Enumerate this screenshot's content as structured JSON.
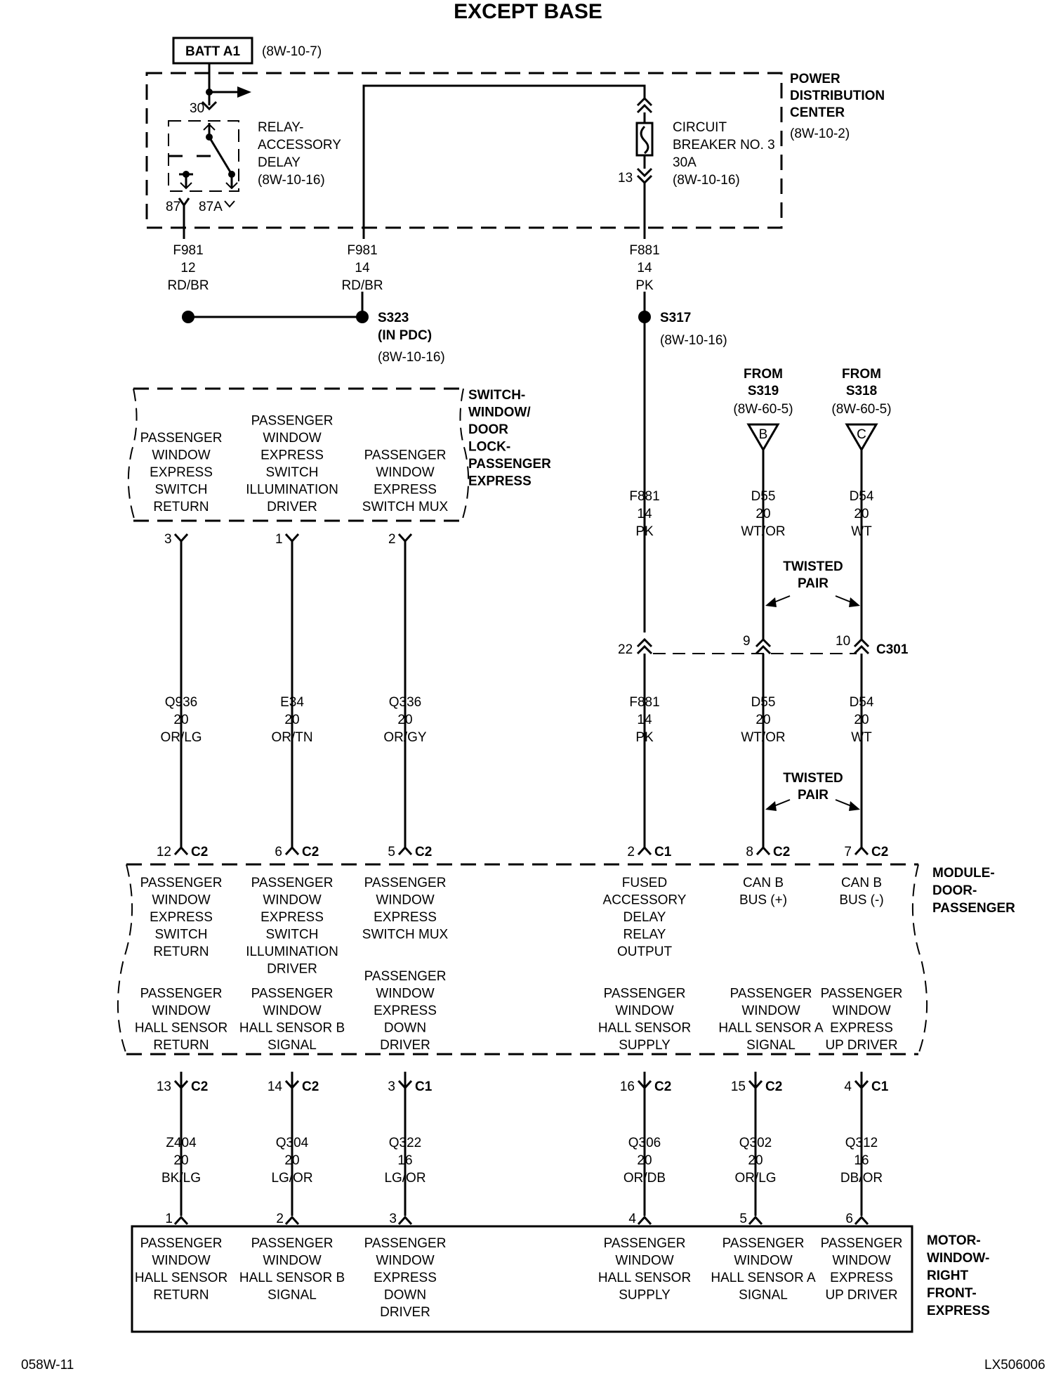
{
  "title": "EXCEPT BASE",
  "batt": {
    "label": "BATT A1",
    "ref": "(8W-10-7)"
  },
  "pdc": {
    "lines": [
      "POWER",
      "DISTRIBUTION",
      "CENTER"
    ],
    "ref": "(8W-10-2)"
  },
  "relay": {
    "lines": [
      "RELAY-",
      "ACCESSORY",
      "DELAY",
      "(8W-10-16)"
    ],
    "pin30": "30",
    "pin87": "87",
    "pin87a": "87A"
  },
  "breaker": {
    "lines": [
      "CIRCUIT",
      "BREAKER NO. 3",
      "30A",
      "(8W-10-16)"
    ],
    "pin13": "13"
  },
  "pdc_wires": [
    {
      "lines": [
        "F981",
        "12",
        "RD/BR"
      ]
    },
    {
      "lines": [
        "F981",
        "14",
        "RD/BR"
      ]
    },
    {
      "lines": [
        "F881",
        "14",
        "PK"
      ]
    }
  ],
  "splices": {
    "s323": [
      "S323",
      "(IN PDC)",
      "(8W-10-16)"
    ],
    "s317": [
      "S317",
      "(8W-10-16)"
    ]
  },
  "from": [
    {
      "lines": [
        "FROM",
        "S319",
        "(8W-60-5)"
      ],
      "letter": "B"
    },
    {
      "lines": [
        "FROM",
        "S318",
        "(8W-60-5)"
      ],
      "letter": "C"
    }
  ],
  "switch": {
    "name_lines": [
      "SWITCH-",
      "WINDOW/",
      "DOOR",
      "LOCK-",
      "PASSENGER",
      "EXPRESS"
    ],
    "cells": [
      {
        "lines": [
          "PASSENGER",
          "WINDOW",
          "EXPRESS",
          "SWITCH",
          "RETURN"
        ],
        "pin": "3"
      },
      {
        "lines": [
          "PASSENGER",
          "WINDOW",
          "EXPRESS",
          "SWITCH",
          "ILLUMINATION",
          "DRIVER"
        ],
        "pin": "1"
      },
      {
        "lines": [
          "PASSENGER",
          "WINDOW",
          "EXPRESS",
          "SWITCH MUX"
        ],
        "pin": "2"
      }
    ]
  },
  "upper_wires": [
    {
      "lines": [
        "F881",
        "14",
        "PK"
      ]
    },
    {
      "lines": [
        "D55",
        "20",
        "WT/OR"
      ]
    },
    {
      "lines": [
        "D54",
        "20",
        "WT"
      ]
    }
  ],
  "twisted_pair": [
    "TWISTED",
    "PAIR"
  ],
  "c301": {
    "name": "C301",
    "pins": [
      "22",
      "9",
      "10"
    ]
  },
  "mid_wires": [
    {
      "lines": [
        "Q936",
        "20",
        "OR/LG"
      ]
    },
    {
      "lines": [
        "E34",
        "20",
        "OR/TN"
      ]
    },
    {
      "lines": [
        "Q336",
        "20",
        "OR/GY"
      ]
    },
    {
      "lines": [
        "F881",
        "14",
        "PK"
      ]
    },
    {
      "lines": [
        "D55",
        "20",
        "WT/OR"
      ]
    },
    {
      "lines": [
        "D54",
        "20",
        "WT"
      ]
    }
  ],
  "module": {
    "name_lines": [
      "MODULE-",
      "DOOR-",
      "PASSENGER"
    ],
    "top_pins": [
      {
        "pin": "12",
        "conn": "C2"
      },
      {
        "pin": "6",
        "conn": "C2"
      },
      {
        "pin": "5",
        "conn": "C2"
      },
      {
        "pin": "2",
        "conn": "C1"
      },
      {
        "pin": "8",
        "conn": "C2"
      },
      {
        "pin": "7",
        "conn": "C2"
      }
    ],
    "top_labels": [
      [
        "PASSENGER",
        "WINDOW",
        "EXPRESS",
        "SWITCH",
        "RETURN"
      ],
      [
        "PASSENGER",
        "WINDOW",
        "EXPRESS",
        "SWITCH",
        "ILLUMINATION",
        "DRIVER"
      ],
      [
        "PASSENGER",
        "WINDOW",
        "EXPRESS",
        "SWITCH MUX"
      ],
      [
        "FUSED",
        "ACCESSORY",
        "DELAY",
        "RELAY",
        "OUTPUT"
      ],
      [
        "CAN B",
        "BUS (+)"
      ],
      [
        "CAN B",
        "BUS (-)"
      ]
    ],
    "bottom_labels": [
      [
        "PASSENGER",
        "WINDOW",
        "HALL SENSOR",
        "RETURN"
      ],
      [
        "PASSENGER",
        "WINDOW",
        "HALL SENSOR B",
        "SIGNAL"
      ],
      [
        "PASSENGER",
        "WINDOW",
        "EXPRESS",
        "DOWN",
        "DRIVER"
      ],
      [
        "PASSENGER",
        "WINDOW",
        "HALL SENSOR",
        "SUPPLY"
      ],
      [
        "PASSENGER",
        "WINDOW",
        "HALL SENSOR A",
        "SIGNAL"
      ],
      [
        "PASSENGER",
        "WINDOW",
        "EXPRESS",
        "UP DRIVER"
      ]
    ],
    "bottom_pins": [
      {
        "pin": "13",
        "conn": "C2"
      },
      {
        "pin": "14",
        "conn": "C2"
      },
      {
        "pin": "3",
        "conn": "C1"
      },
      {
        "pin": "16",
        "conn": "C2"
      },
      {
        "pin": "15",
        "conn": "C2"
      },
      {
        "pin": "4",
        "conn": "C1"
      }
    ]
  },
  "low_wires": [
    {
      "lines": [
        "Z404",
        "20",
        "BK/LG"
      ]
    },
    {
      "lines": [
        "Q304",
        "20",
        "LG/OR"
      ]
    },
    {
      "lines": [
        "Q322",
        "16",
        "LG/OR"
      ]
    },
    {
      "lines": [
        "Q306",
        "20",
        "OR/DB"
      ]
    },
    {
      "lines": [
        "Q302",
        "20",
        "OR/LG"
      ]
    },
    {
      "lines": [
        "Q312",
        "16",
        "DB/OR"
      ]
    }
  ],
  "motor": {
    "name_lines": [
      "MOTOR-",
      "WINDOW-",
      "RIGHT",
      "FRONT-",
      "EXPRESS"
    ],
    "pins": [
      "1",
      "2",
      "3",
      "4",
      "5",
      "6"
    ],
    "labels": [
      [
        "PASSENGER",
        "WINDOW",
        "HALL SENSOR",
        "RETURN"
      ],
      [
        "PASSENGER",
        "WINDOW",
        "HALL SENSOR B",
        "SIGNAL"
      ],
      [
        "PASSENGER",
        "WINDOW",
        "EXPRESS",
        "DOWN",
        "DRIVER"
      ],
      [
        "PASSENGER",
        "WINDOW",
        "HALL SENSOR",
        "SUPPLY"
      ],
      [
        "PASSENGER",
        "WINDOW",
        "HALL SENSOR A",
        "SIGNAL"
      ],
      [
        "PASSENGER",
        "WINDOW",
        "EXPRESS",
        "UP DRIVER"
      ]
    ]
  },
  "footer": {
    "left": "058W-11",
    "right": "LX506006"
  }
}
